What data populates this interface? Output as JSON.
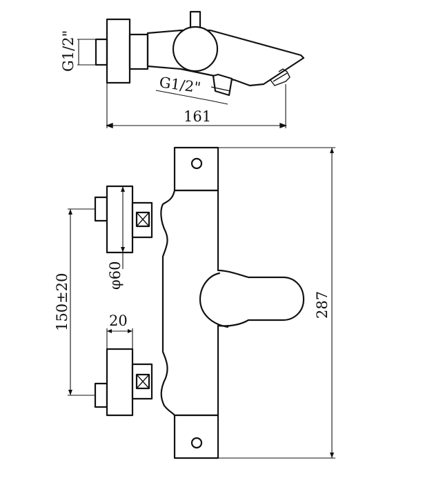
{
  "labels": {
    "top_inlet_thread": "G1/2\"",
    "top_outlet_thread": "G1/2\"",
    "overall_width": "161",
    "inlet_spacing": "150±20",
    "eccentric_diameter": "φ60",
    "eccentric_depth": "20",
    "overall_length": "287"
  }
}
